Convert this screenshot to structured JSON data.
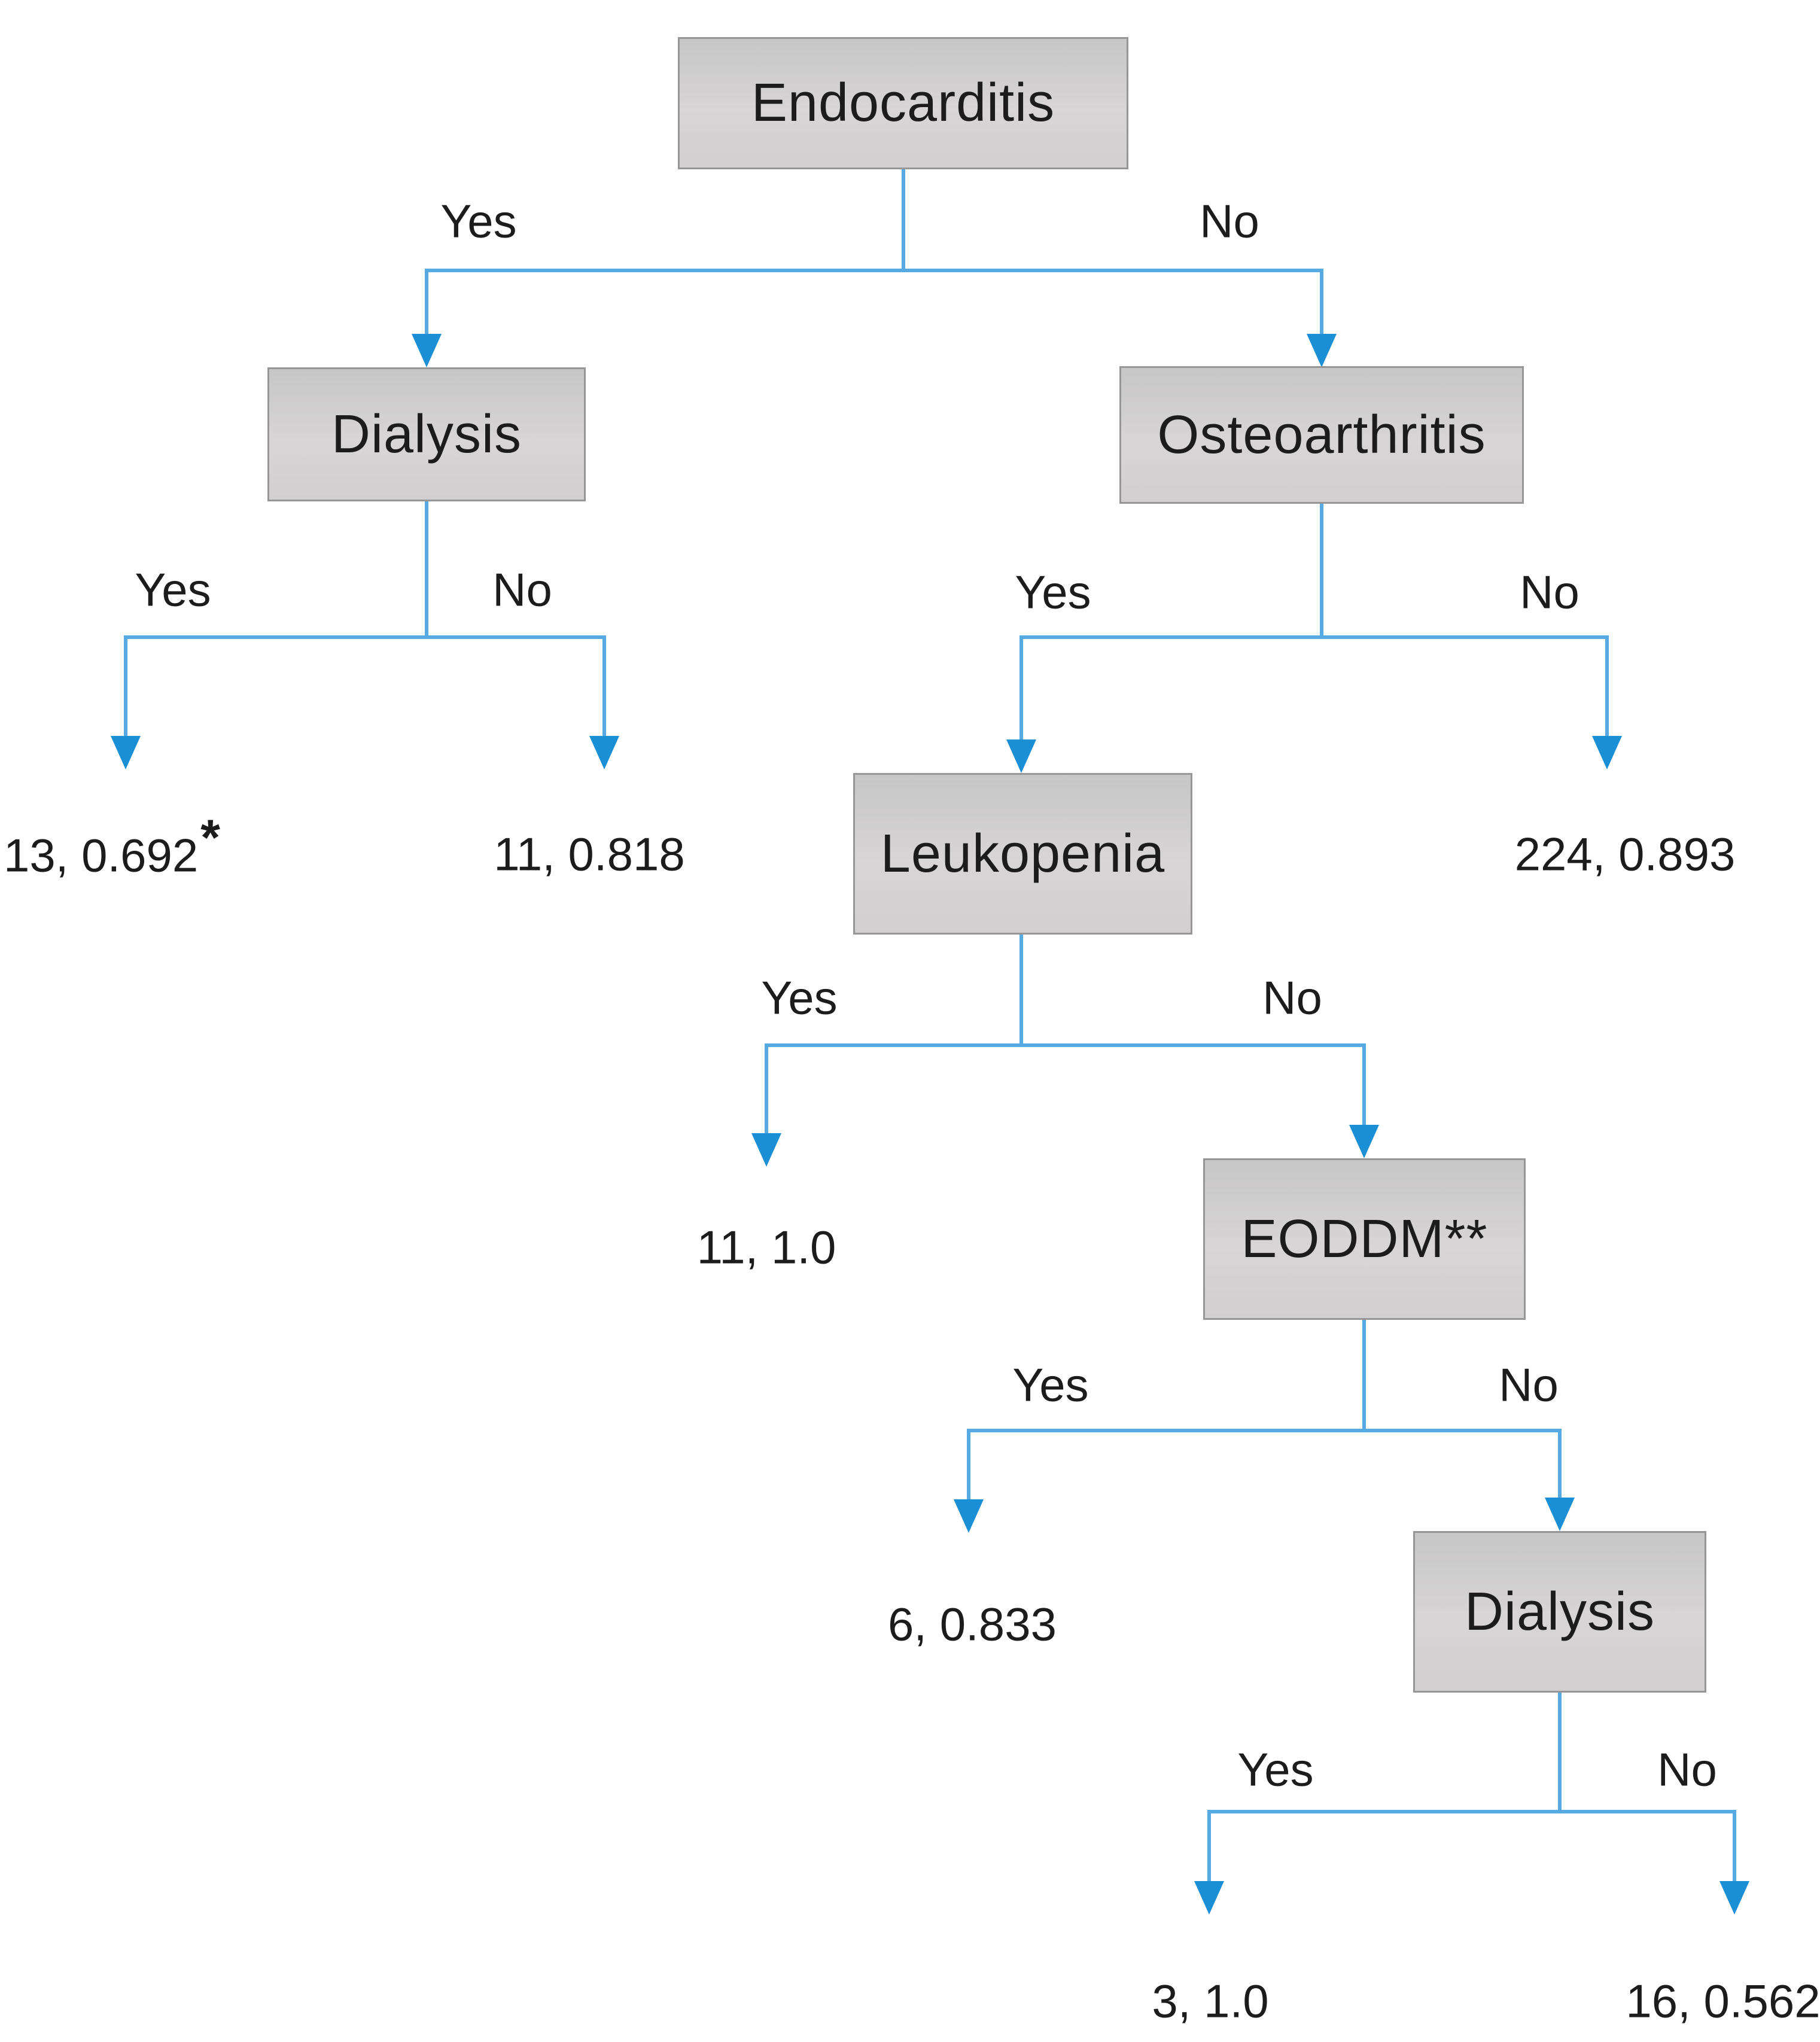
{
  "diagram_type": "decision-tree",
  "colors": {
    "connector": "#57a9e1",
    "arrowhead": "#1a8fd6",
    "box_border": "#969696",
    "box_fill_top": "#c7c6c6",
    "box_fill_bottom": "#d1cfcf",
    "text": "#1c1c1c",
    "background": "#ffffff"
  },
  "branch_labels": {
    "yes": "Yes",
    "no": "No"
  },
  "nodes": {
    "endocarditis": "Endocarditis",
    "dialysis_1": "Dialysis",
    "osteoarthritis": "Osteoarthritis",
    "leukopenia": "Leukopenia",
    "eoddm": "EODDM**",
    "dialysis_2": "Dialysis"
  },
  "leaves": {
    "dialysis1_yes": "13, 0.692",
    "dialysis1_yes_marker": "*",
    "dialysis1_no": "11, 0.818",
    "osteoarthritis_no": "224, 0.893",
    "leukopenia_yes": "11, 1.0",
    "eoddm_yes": "6, 0.833",
    "dialysis2_yes": "3, 1.0",
    "dialysis2_no": "16, 0.562"
  },
  "tree": {
    "node": "Endocarditis",
    "yes": {
      "node": "Dialysis",
      "yes": {
        "leaf": "13, 0.692",
        "marker": "*"
      },
      "no": {
        "leaf": "11, 0.818"
      }
    },
    "no": {
      "node": "Osteoarthritis",
      "yes": {
        "node": "Leukopenia",
        "yes": {
          "leaf": "11, 1.0"
        },
        "no": {
          "node": "EODDM**",
          "yes": {
            "leaf": "6, 0.833"
          },
          "no": {
            "node": "Dialysis",
            "yes": {
              "leaf": "3, 1.0"
            },
            "no": {
              "leaf": "16, 0.562"
            }
          }
        }
      },
      "no": {
        "leaf": "224, 0.893"
      }
    }
  }
}
